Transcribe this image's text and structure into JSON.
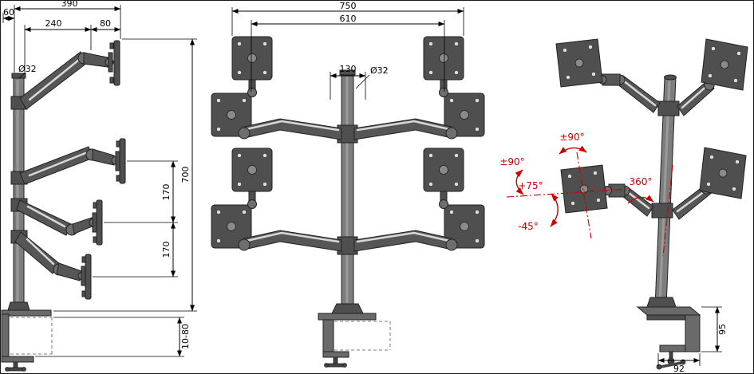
{
  "drawing": {
    "line_color": "#000000",
    "part_color": "#555555",
    "accent_color": "#cc0000",
    "side": {
      "d60": "60",
      "d390": "390",
      "d240": "240",
      "d80": "80",
      "dia32": "Ø32",
      "d170a": "170",
      "d170b": "170",
      "d700": "700",
      "clamp_range": "10-80"
    },
    "front": {
      "d750": "750",
      "d610": "610",
      "d130": "130",
      "dia32": "Ø32"
    },
    "persp": {
      "pan_top": "±90°",
      "pan_left": "±90°",
      "tilt_up": "+75°",
      "tilt_down": "-45°",
      "rotate360": "360°",
      "d95": "95",
      "d92": "92"
    }
  }
}
